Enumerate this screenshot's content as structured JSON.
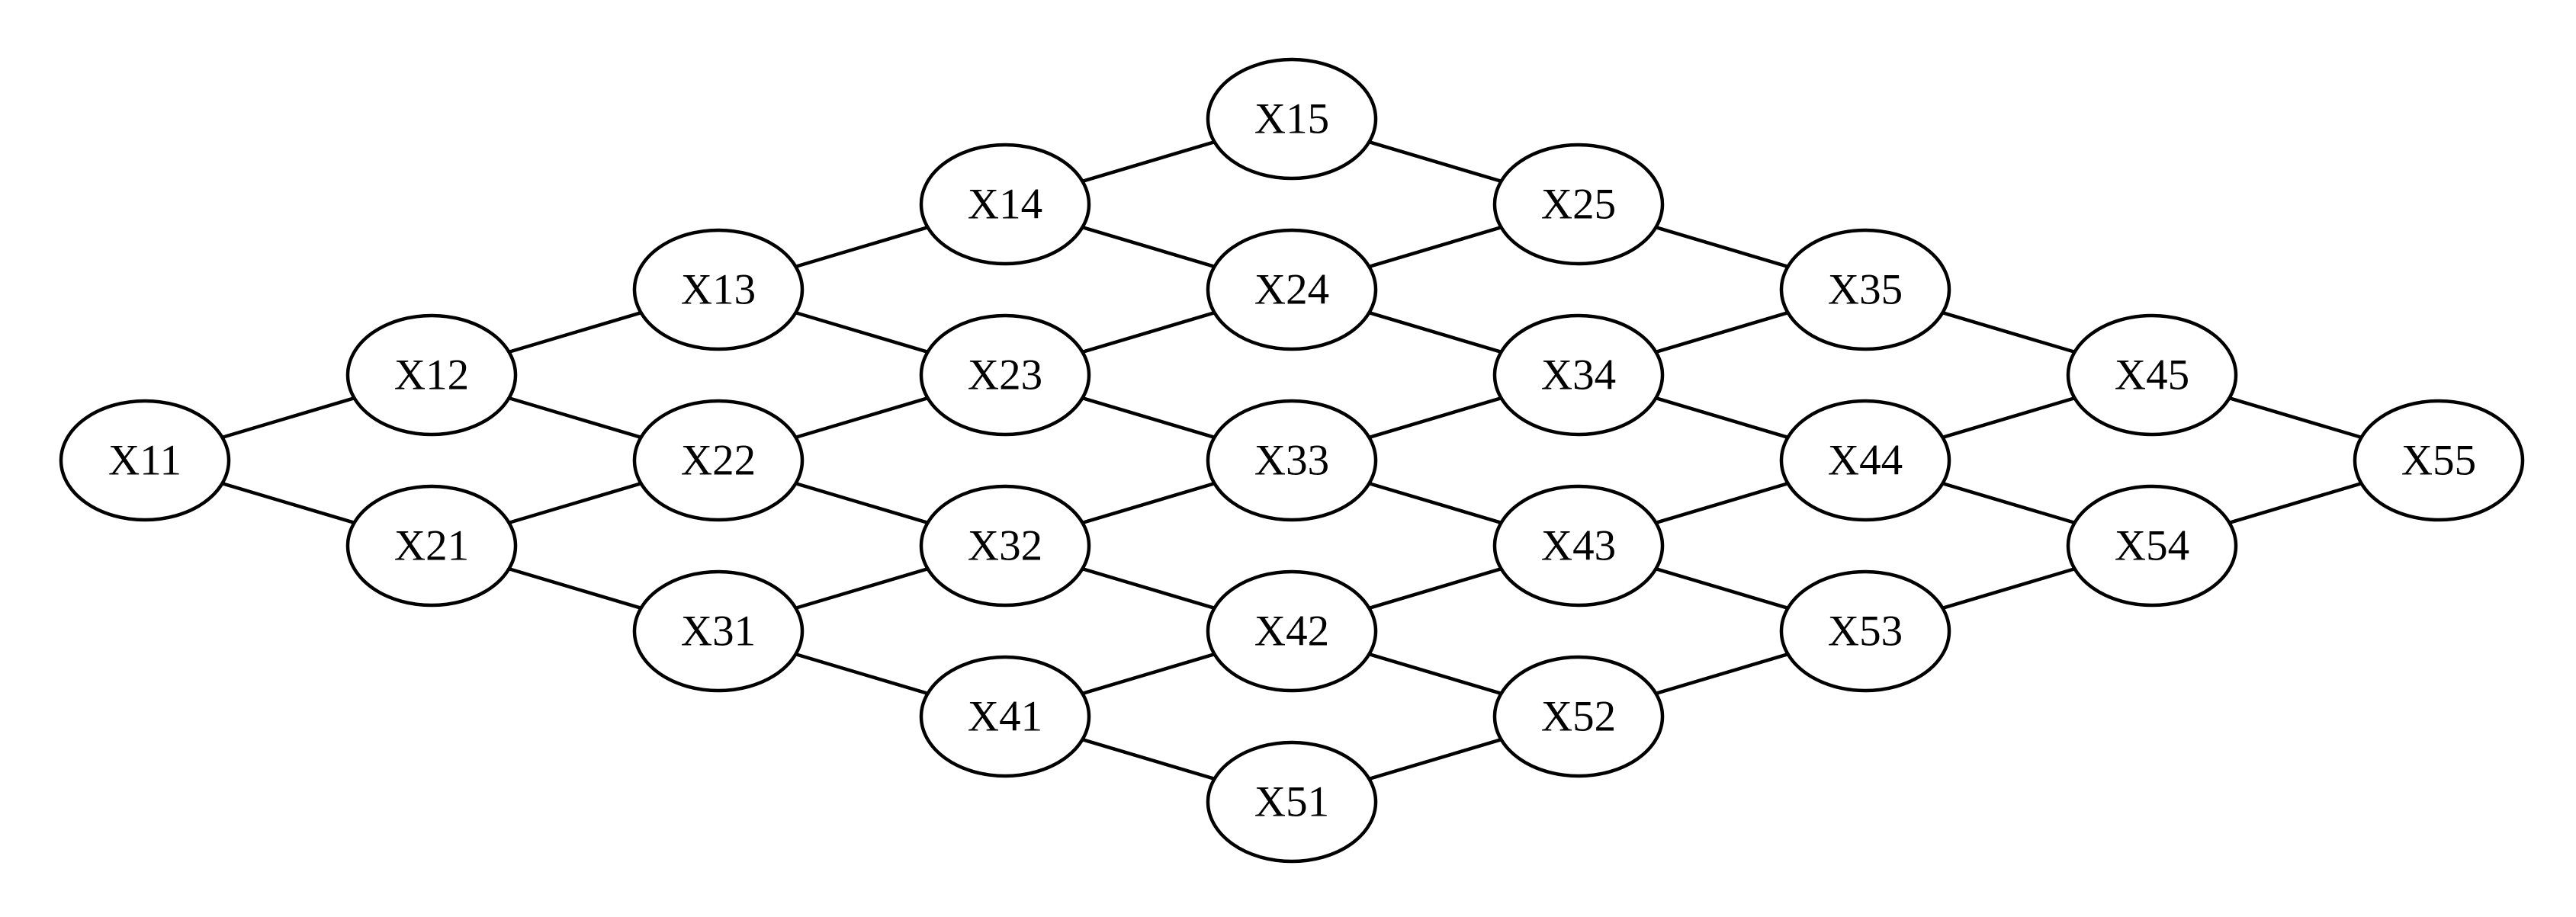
{
  "graph": {
    "nodes": [
      {
        "id": "X11",
        "label": "X11"
      },
      {
        "id": "X12",
        "label": "X12"
      },
      {
        "id": "X13",
        "label": "X13"
      },
      {
        "id": "X14",
        "label": "X14"
      },
      {
        "id": "X15",
        "label": "X15"
      },
      {
        "id": "X21",
        "label": "X21"
      },
      {
        "id": "X22",
        "label": "X22"
      },
      {
        "id": "X23",
        "label": "X23"
      },
      {
        "id": "X24",
        "label": "X24"
      },
      {
        "id": "X25",
        "label": "X25"
      },
      {
        "id": "X31",
        "label": "X31"
      },
      {
        "id": "X32",
        "label": "X32"
      },
      {
        "id": "X33",
        "label": "X33"
      },
      {
        "id": "X34",
        "label": "X34"
      },
      {
        "id": "X35",
        "label": "X35"
      },
      {
        "id": "X41",
        "label": "X41"
      },
      {
        "id": "X42",
        "label": "X42"
      },
      {
        "id": "X43",
        "label": "X43"
      },
      {
        "id": "X44",
        "label": "X44"
      },
      {
        "id": "X45",
        "label": "X45"
      },
      {
        "id": "X51",
        "label": "X51"
      },
      {
        "id": "X52",
        "label": "X52"
      },
      {
        "id": "X53",
        "label": "X53"
      },
      {
        "id": "X54",
        "label": "X54"
      },
      {
        "id": "X55",
        "label": "X55"
      }
    ],
    "edges": [
      [
        "X11",
        "X12"
      ],
      [
        "X11",
        "X21"
      ],
      [
        "X12",
        "X13"
      ],
      [
        "X12",
        "X22"
      ],
      [
        "X13",
        "X14"
      ],
      [
        "X13",
        "X23"
      ],
      [
        "X14",
        "X15"
      ],
      [
        "X14",
        "X24"
      ],
      [
        "X15",
        "X25"
      ],
      [
        "X21",
        "X22"
      ],
      [
        "X21",
        "X31"
      ],
      [
        "X22",
        "X23"
      ],
      [
        "X22",
        "X32"
      ],
      [
        "X23",
        "X24"
      ],
      [
        "X23",
        "X33"
      ],
      [
        "X24",
        "X25"
      ],
      [
        "X24",
        "X34"
      ],
      [
        "X25",
        "X35"
      ],
      [
        "X31",
        "X32"
      ],
      [
        "X31",
        "X41"
      ],
      [
        "X32",
        "X33"
      ],
      [
        "X32",
        "X42"
      ],
      [
        "X33",
        "X34"
      ],
      [
        "X33",
        "X43"
      ],
      [
        "X34",
        "X35"
      ],
      [
        "X34",
        "X44"
      ],
      [
        "X35",
        "X45"
      ],
      [
        "X41",
        "X42"
      ],
      [
        "X41",
        "X51"
      ],
      [
        "X42",
        "X43"
      ],
      [
        "X42",
        "X52"
      ],
      [
        "X43",
        "X44"
      ],
      [
        "X43",
        "X53"
      ],
      [
        "X44",
        "X45"
      ],
      [
        "X44",
        "X54"
      ],
      [
        "X45",
        "X55"
      ],
      [
        "X51",
        "X52"
      ],
      [
        "X52",
        "X53"
      ],
      [
        "X53",
        "X54"
      ],
      [
        "X54",
        "X55"
      ]
    ]
  }
}
